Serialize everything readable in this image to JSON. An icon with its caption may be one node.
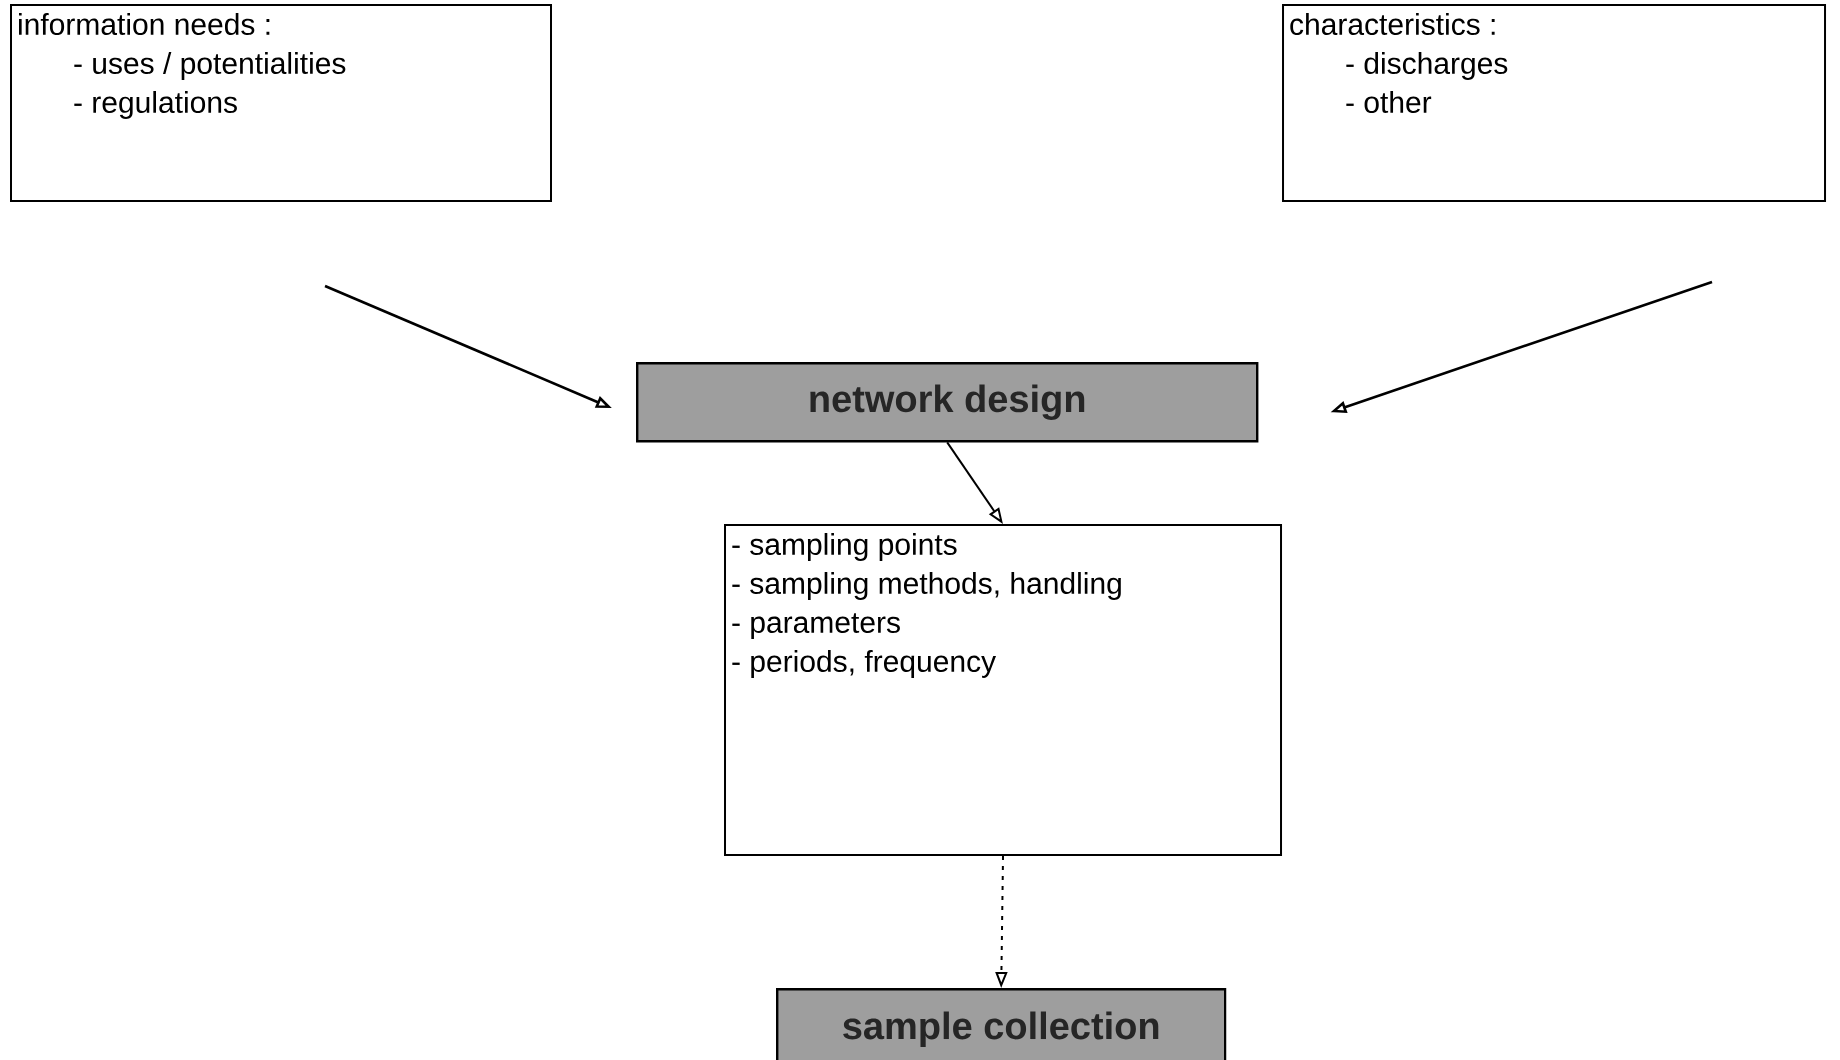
{
  "diagram": {
    "nodes": [
      {
        "text": [
          "information needs :",
          "- uses / potentialities",
          "- regulations"
        ]
      },
      {
        "text": [
          "characteristics :",
          "- discharges",
          "- other"
        ]
      },
      {
        "text": [
          "network design"
        ]
      },
      {
        "text": [
          "- sampling points",
          "- sampling methods, handling",
          "- parameters",
          "- periods, frequency"
        ]
      },
      {
        "text": [
          "sample collection"
        ]
      }
    ],
    "edges": [
      {
        "from": 0,
        "to": 2,
        "arrow": "to"
      },
      {
        "from": 1,
        "to": 2,
        "arrow": "to"
      },
      {
        "from": 2,
        "to": 3,
        "arrow": "to"
      },
      {
        "from": 3,
        "to": 4,
        "arrow": "to",
        "style": "dashed"
      }
    ]
  }
}
